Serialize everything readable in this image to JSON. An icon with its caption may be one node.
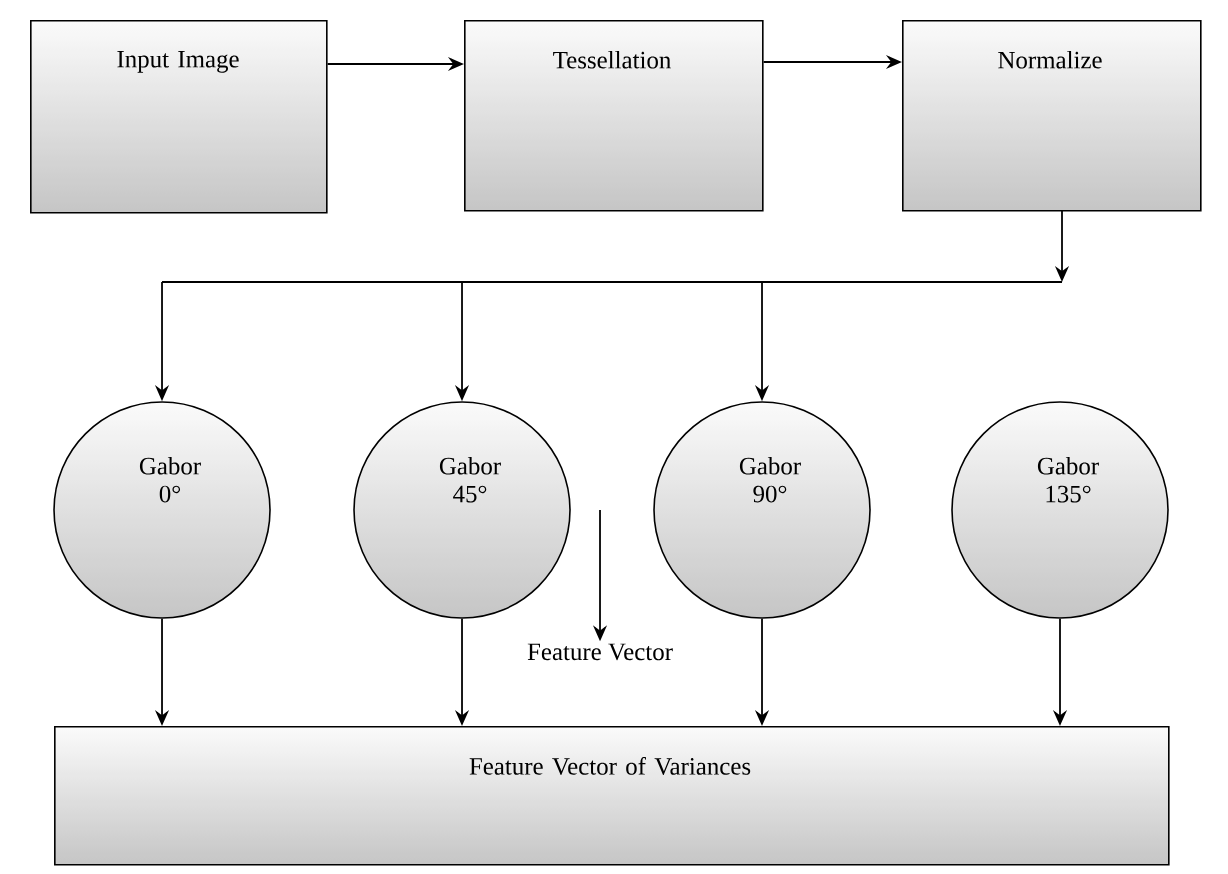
{
  "diagram": {
    "nodes": [
      {
        "text": [
          "Input Image"
        ]
      },
      {
        "text": [
          "Tessellation"
        ]
      },
      {
        "text": [
          "Normalize"
        ]
      },
      {
        "text": [
          "Gabor 0°"
        ]
      },
      {
        "text": [
          "Gabor 45°"
        ]
      },
      {
        "text": [
          "Gabor 90°"
        ]
      },
      {
        "text": [
          "Gabor 135°"
        ]
      },
      {
        "text": [
          "Feature Vector of Variances"
        ]
      },
      {
        "text": [
          "Feature Vector"
        ]
      }
    ],
    "edges": [
      {
        "from": 0,
        "to": 1,
        "arrow": "to"
      },
      {
        "from": 1,
        "to": 2,
        "arrow": "to"
      },
      {
        "from": 2,
        "to": 3,
        "arrow": "to"
      },
      {
        "from": 2,
        "to": 4,
        "arrow": "to"
      },
      {
        "from": 2,
        "to": 5,
        "arrow": "to"
      },
      {
        "from": 3,
        "to": 7,
        "arrow": "to"
      },
      {
        "from": 4,
        "to": 7,
        "arrow": "to"
      },
      {
        "from": 5,
        "to": 7,
        "arrow": "to"
      },
      {
        "from": 6,
        "to": 7,
        "arrow": "to"
      },
      {
        "from": null,
        "to": 8,
        "arrow": "to"
      }
    ]
  }
}
